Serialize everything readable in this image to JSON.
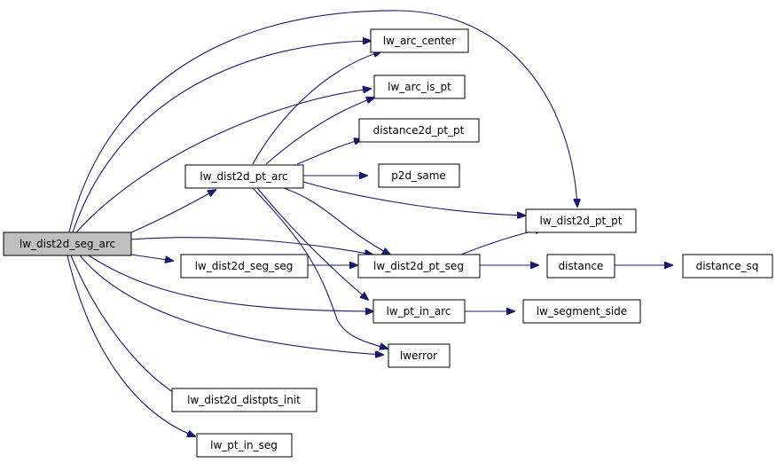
{
  "colors": {
    "edge": "#191970",
    "node_fill": "#ffffff",
    "root_fill": "#bfbfbf",
    "node_stroke": "#000000"
  },
  "nodes": {
    "seg_arc": "lw_dist2d_seg_arc",
    "pt_arc": "lw_dist2d_pt_arc",
    "arc_center": "lw_arc_center",
    "arc_is_pt": "lw_arc_is_pt",
    "distance2d": "distance2d_pt_pt",
    "p2d_same": "p2d_same",
    "pt_pt": "lw_dist2d_pt_pt",
    "seg_seg": "lw_dist2d_seg_seg",
    "pt_seg": "lw_dist2d_pt_seg",
    "distance": "distance",
    "distance_sq": "distance_sq",
    "pt_in_arc": "lw_pt_in_arc",
    "segment_side": "lw_segment_side",
    "lwerror": "lwerror",
    "distpts_init": "lw_dist2d_distpts_init",
    "pt_in_seg": "lw_pt_in_seg"
  },
  "edges": [
    [
      "seg_arc",
      "arc_center"
    ],
    [
      "seg_arc",
      "arc_is_pt"
    ],
    [
      "seg_arc",
      "pt_pt"
    ],
    [
      "seg_arc",
      "pt_arc"
    ],
    [
      "seg_arc",
      "seg_seg"
    ],
    [
      "seg_arc",
      "pt_seg"
    ],
    [
      "seg_arc",
      "pt_in_arc"
    ],
    [
      "seg_arc",
      "lwerror"
    ],
    [
      "seg_arc",
      "distpts_init"
    ],
    [
      "seg_arc",
      "pt_in_seg"
    ],
    [
      "pt_arc",
      "arc_center"
    ],
    [
      "pt_arc",
      "arc_is_pt"
    ],
    [
      "pt_arc",
      "distance2d"
    ],
    [
      "pt_arc",
      "p2d_same"
    ],
    [
      "pt_arc",
      "pt_pt"
    ],
    [
      "pt_arc",
      "pt_seg"
    ],
    [
      "pt_arc",
      "pt_in_arc"
    ],
    [
      "pt_arc",
      "lwerror"
    ],
    [
      "seg_seg",
      "pt_seg"
    ],
    [
      "pt_seg",
      "pt_pt"
    ],
    [
      "pt_seg",
      "distance"
    ],
    [
      "distance",
      "distance_sq"
    ],
    [
      "pt_in_arc",
      "segment_side"
    ]
  ]
}
